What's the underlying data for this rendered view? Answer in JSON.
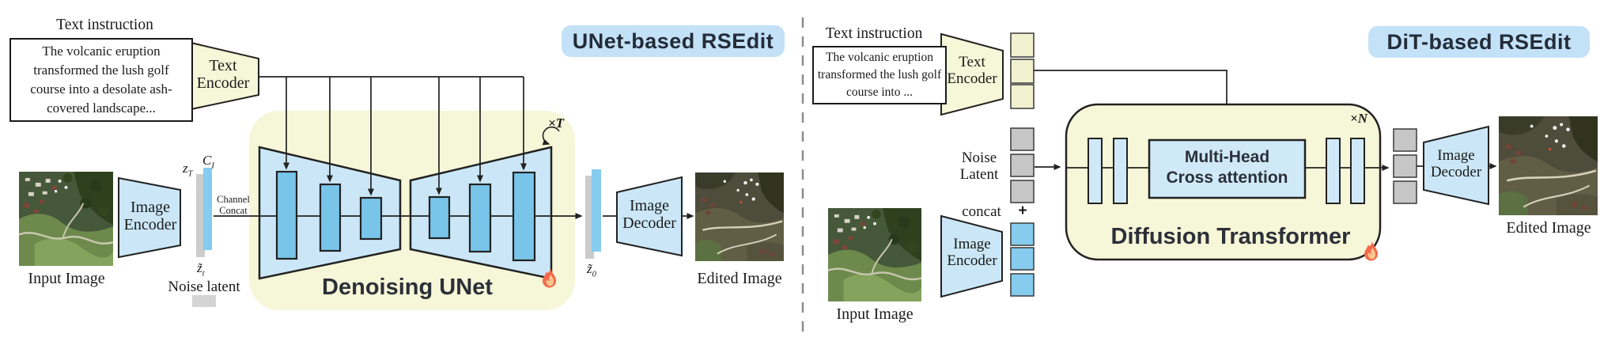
{
  "left": {
    "badge": "UNet-based RSEdit",
    "instruction_title": "Text instruction",
    "instruction_text": "The volcanic eruption transformed the lush golf course into a desolate ash-covered landscape...",
    "text_encoder_label": "Text Encoder",
    "image_encoder_label": "Image Encoder",
    "input_image_label": "Input Image",
    "channel_concat_line1": "Channel",
    "channel_concat_line2": "Concat",
    "z_T_main": "z",
    "z_T_sub": "T",
    "C_I_main": "C",
    "C_I_sub": "I",
    "z_t_main": "z̃",
    "z_t_sub": "t",
    "z_0_main": "z̃",
    "z_0_sub": "0",
    "noise_latent_label": "Noise latent",
    "unet_label": "Denoising UNet",
    "loop_times": "×",
    "loop_var": "T",
    "image_decoder_label": "Image Decoder",
    "edited_image_label": "Edited Image"
  },
  "right": {
    "badge": "DiT-based RSEdit",
    "instruction_title": "Text instruction",
    "instruction_text": "The volcanic eruption transformed the lush golf course into ...",
    "text_encoder_label": "Text Encoder",
    "noise_latent_line1": "Noise",
    "noise_latent_line2": "Latent",
    "concat_label": "concat",
    "plus_label": "+",
    "image_encoder_label": "Image Encoder",
    "input_image_label": "Input Image",
    "loop_times": "×",
    "loop_var": "N",
    "mha_line1": "Multi-Head",
    "mha_line2": "Cross attention",
    "dit_label": "Diffusion Transformer",
    "image_decoder_label": "Image Decoder",
    "edited_image_label": "Edited Image"
  },
  "colors": {
    "yellow_fill": "#f6f6d8",
    "panel_blue": "#cbe7f7",
    "block_blue": "#79c5ea",
    "token_blue": "#85ccee",
    "token_yellow": "#f1f1d0",
    "token_gray": "#c6c6c6",
    "bar_gray": "#cccccc",
    "badge_blue": "#c3e1f7",
    "ink": "#222222",
    "divider_gray": "#8c8c8c"
  }
}
